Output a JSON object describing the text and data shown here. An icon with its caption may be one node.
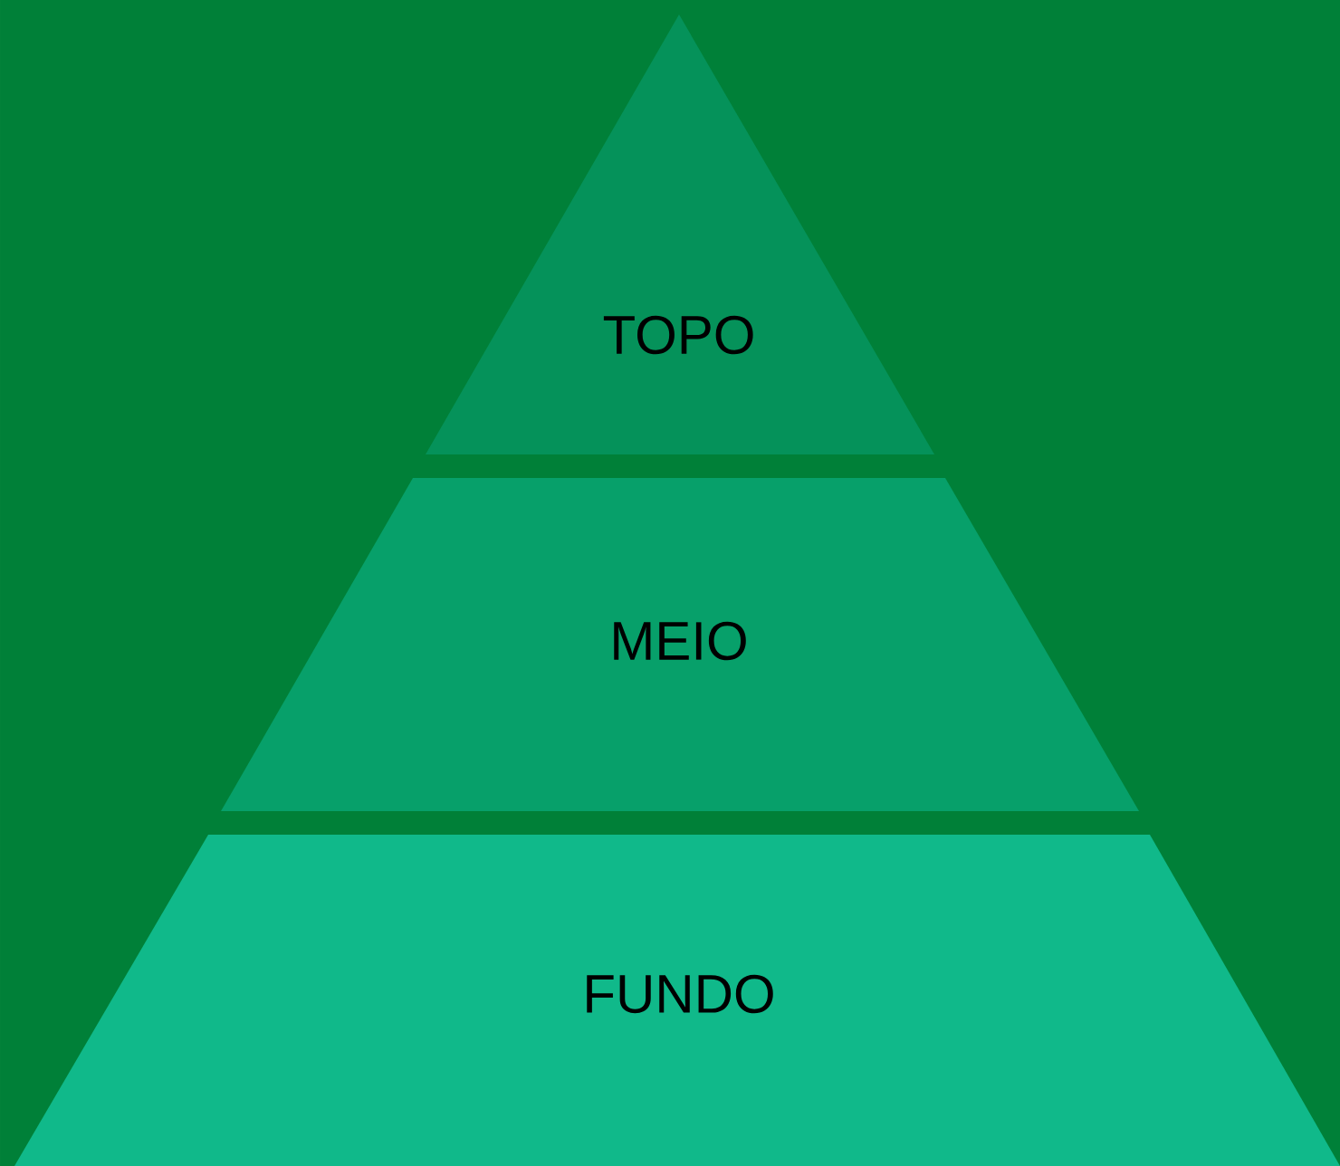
{
  "diagram": {
    "nodes": [
      {
        "text": [
          "TOPO"
        ]
      },
      {
        "text": [
          "MEIO"
        ]
      },
      {
        "text": [
          "FUNDO"
        ]
      }
    ]
  }
}
